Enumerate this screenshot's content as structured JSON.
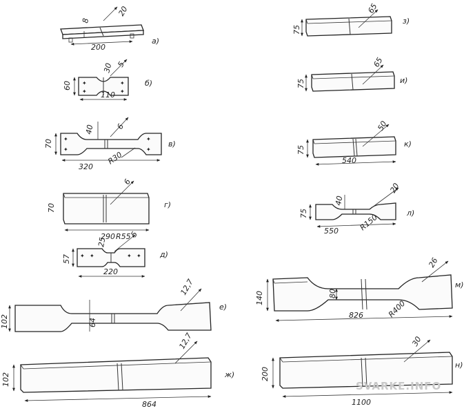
{
  "specimens": {
    "a": {
      "label": "a)",
      "length": "200",
      "thick": "8",
      "width": "20"
    },
    "b": {
      "label": "б)",
      "height": "60",
      "gauge": "30",
      "width": "5",
      "length": "110"
    },
    "v": {
      "label": "в)",
      "height": "70",
      "gauge": "40",
      "width": "6",
      "length": "320",
      "radius": "R30"
    },
    "g": {
      "label": "г)",
      "height": "70",
      "width": "6",
      "length": "290"
    },
    "d": {
      "label": "д)",
      "height": "57",
      "gauge": "25",
      "radius": "R55",
      "width": "5",
      "length": "220"
    },
    "e": {
      "label": "е)",
      "height": "102",
      "gauge": "64",
      "width": "12,7"
    },
    "zh": {
      "label": "ж)",
      "height": "102",
      "width": "12,7",
      "length": "864"
    },
    "z": {
      "label": "з)",
      "height": "75",
      "width": "65"
    },
    "i": {
      "label": "и)",
      "height": "75",
      "width": "65"
    },
    "k": {
      "label": "к)",
      "height": "75",
      "width": "50",
      "length": "540"
    },
    "l": {
      "label": "л)",
      "height": "75",
      "gauge": "40",
      "width": "20",
      "length": "550",
      "radius": "R150"
    },
    "m": {
      "label": "м)",
      "height": "140",
      "gauge": "80",
      "width": "26",
      "length": "826",
      "radius": "R400"
    },
    "n": {
      "label": "н)",
      "height": "200",
      "width": "30",
      "length": "1100"
    }
  },
  "watermark": "SVARKE.INFO"
}
